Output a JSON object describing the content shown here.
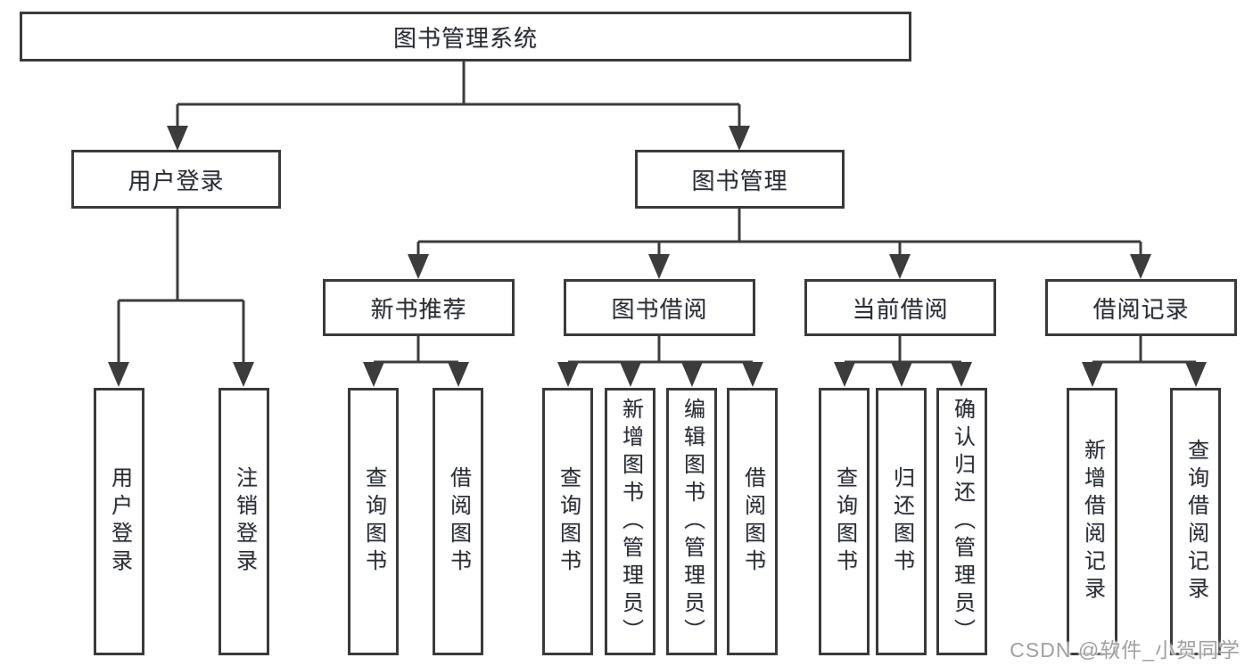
{
  "colors": {
    "line": "#3c3c3c",
    "box_border": "#3a3a3a",
    "text": "#2d2d2d",
    "watermark": "#a0a0a0",
    "background": "#ffffff"
  },
  "tree": {
    "label": "图书管理系统",
    "children": [
      {
        "label": "用户登录",
        "children": [
          {
            "label": "用户登录"
          },
          {
            "label": "注销登录"
          }
        ]
      },
      {
        "label": "图书管理",
        "children": [
          {
            "label": "新书推荐",
            "children": [
              {
                "label": "查询图书"
              },
              {
                "label": "借阅图书"
              }
            ]
          },
          {
            "label": "图书借阅",
            "children": [
              {
                "label": "查询图书"
              },
              {
                "label": "新增图书（管理员）"
              },
              {
                "label": "编辑图书（管理员）"
              },
              {
                "label": "借阅图书"
              }
            ]
          },
          {
            "label": "当前借阅",
            "children": [
              {
                "label": "查询图书"
              },
              {
                "label": "归还图书"
              },
              {
                "label": "确认归还（管理员）"
              }
            ]
          },
          {
            "label": "借阅记录",
            "children": [
              {
                "label": "新增借阅记录"
              },
              {
                "label": "查询借阅记录"
              }
            ]
          }
        ]
      }
    ]
  },
  "watermark": {
    "text": "CSDN @软件_小贺同学"
  }
}
